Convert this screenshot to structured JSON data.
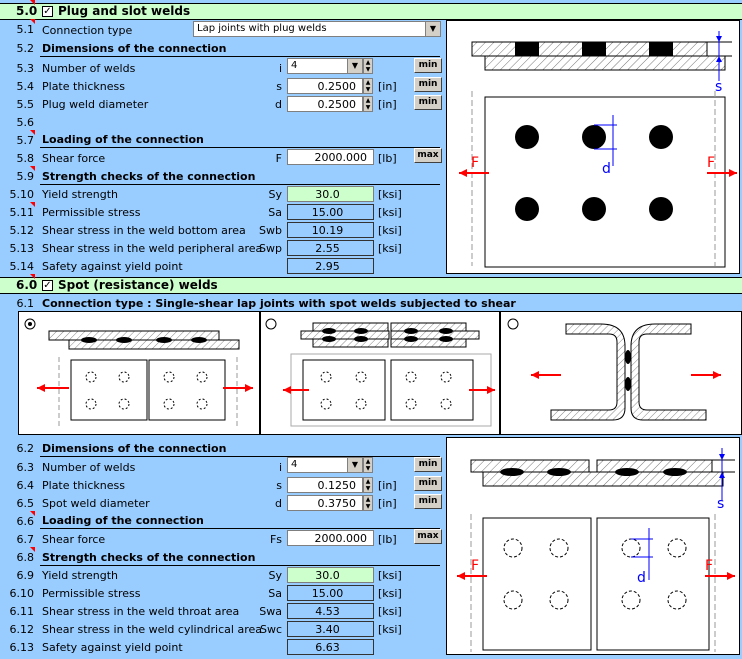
{
  "section5": {
    "number": "5.0",
    "title": "Plug and slot welds",
    "checked": "✓",
    "rows": {
      "r1": {
        "num": "5.1",
        "label": "Connection type",
        "value": "Lap joints with plug welds"
      },
      "r2": {
        "num": "5.2",
        "label": "Dimensions of the connection"
      },
      "r3": {
        "num": "5.3",
        "label": "Number of welds",
        "sym": "i",
        "value": "4"
      },
      "r4": {
        "num": "5.4",
        "label": "Plate thickness",
        "sym": "s",
        "value": "0.2500",
        "unit": "[in]"
      },
      "r5": {
        "num": "5.5",
        "label": "Plug weld diameter",
        "sym": "d",
        "value": "0.2500",
        "unit": "[in]"
      },
      "r6": {
        "num": "5.6"
      },
      "r7": {
        "num": "5.7",
        "label": "Loading of the connection"
      },
      "r8": {
        "num": "5.8",
        "label": "Shear force",
        "sym": "F",
        "value": "2000.000",
        "unit": "[lb]"
      },
      "r9": {
        "num": "5.9",
        "label": "Strength checks of the connection"
      },
      "r10": {
        "num": "5.10",
        "label": "Yield strength",
        "sym": "Sy",
        "value": "30.0",
        "unit": "[ksi]"
      },
      "r11": {
        "num": "5.11",
        "label": "Permissible stress",
        "sym": "Sa",
        "value": "15.00",
        "unit": "[ksi]"
      },
      "r12": {
        "num": "5.12",
        "label": "Shear stress in the weld bottom area",
        "sym": "Swb",
        "value": "10.19",
        "unit": "[ksi]"
      },
      "r13": {
        "num": "5.13",
        "label": "Shear stress in the weld peripheral area",
        "sym": "Swp",
        "value": "2.55",
        "unit": "[ksi]"
      },
      "r14": {
        "num": "5.14",
        "label": "Safety against yield point",
        "value": "2.95"
      }
    },
    "buttons": {
      "min": "min",
      "max": "max"
    },
    "figure": {
      "s": "s",
      "d": "d",
      "F": "F"
    }
  },
  "section6": {
    "number": "6.0",
    "title": "Spot (resistance) welds",
    "checked": "✓",
    "rows": {
      "r1": {
        "num": "6.1",
        "label": "Connection type : Single-shear lap joints with spot welds subjected to shear"
      },
      "r2": {
        "num": "6.2",
        "label": "Dimensions of the connection"
      },
      "r3": {
        "num": "6.3",
        "label": "Number of welds",
        "sym": "i",
        "value": "4"
      },
      "r4": {
        "num": "6.4",
        "label": "Plate thickness",
        "sym": "s",
        "value": "0.1250",
        "unit": "[in]"
      },
      "r5": {
        "num": "6.5",
        "label": "Spot weld diameter",
        "sym": "d",
        "value": "0.3750",
        "unit": "[in]"
      },
      "r6": {
        "num": "6.6",
        "label": "Loading of the connection"
      },
      "r7": {
        "num": "6.7",
        "label": "Shear force",
        "sym": "Fs",
        "value": "2000.000",
        "unit": "[lb]"
      },
      "r8": {
        "num": "6.8",
        "label": "Strength checks of the connection"
      },
      "r9": {
        "num": "6.9",
        "label": "Yield strength",
        "sym": "Sy",
        "value": "30.0",
        "unit": "[ksi]"
      },
      "r10": {
        "num": "6.10",
        "label": "Permissible stress",
        "sym": "Sa",
        "value": "15.00",
        "unit": "[ksi]"
      },
      "r11": {
        "num": "6.11",
        "label": "Shear stress in the weld throat area",
        "sym": "Swa",
        "value": "4.53",
        "unit": "[ksi]"
      },
      "r12": {
        "num": "6.12",
        "label": "Shear stress in the weld cylindrical area",
        "sym": "Swc",
        "value": "3.40",
        "unit": "[ksi]"
      },
      "r13": {
        "num": "6.13",
        "label": "Safety against yield point",
        "value": "6.63"
      }
    },
    "buttons": {
      "min": "min",
      "max": "max"
    },
    "figure": {
      "s": "s",
      "d": "d",
      "F": "F"
    },
    "options": {
      "selected": "single-shear"
    }
  },
  "colors": {
    "background": "#99ccff",
    "header": "#ccffcc",
    "arrow": "#ff0000",
    "dim": "#0000ff"
  }
}
